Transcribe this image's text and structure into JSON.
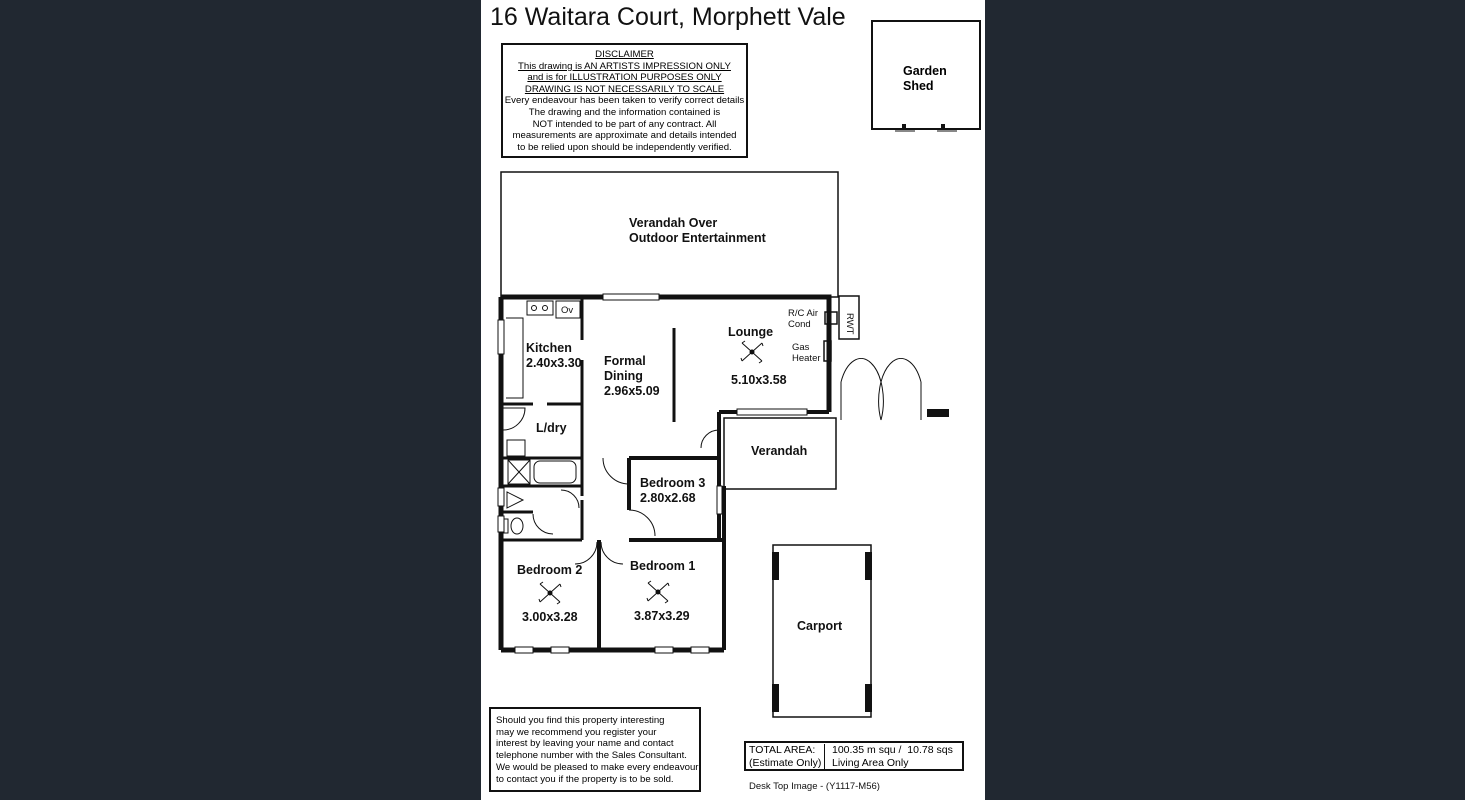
{
  "title": "16 Waitara Court, Morphett Vale",
  "disclaimer": {
    "heading": "DISCLAIMER",
    "lines_underlined": [
      "This drawing is AN ARTISTS IMPRESSION ONLY",
      "and is for ILLUSTRATION PURPOSES ONLY",
      "DRAWING IS NOT NECESSARILY TO SCALE"
    ],
    "lines": [
      "Every endeavour has been taken to verify correct details",
      "The drawing and the information contained is",
      "NOT intended to be part of any contract. All",
      "measurements are approximate and details intended",
      "to be relied upon should be independently verified."
    ]
  },
  "garden_shed": "Garden\nShed",
  "verandah_over": "Verandah Over\nOutdoor Entertainment",
  "rooms": {
    "kitchen": "Kitchen\n2.40x3.30",
    "oven": "Ov",
    "formal_dining": "Formal\nDining\n2.96x5.09",
    "lounge": "Lounge",
    "lounge_size": "5.10x3.58",
    "rc_air": "R/C Air\nCond",
    "gas_heater": "Gas\nHeater",
    "rwt": "RWT",
    "ldry": "L/dry",
    "verandah": "Verandah",
    "bedroom3": "Bedroom 3\n2.80x2.68",
    "bedroom2": "Bedroom 2",
    "bedroom2_size": "3.00x3.28",
    "bedroom1": "Bedroom 1",
    "bedroom1_size": "3.87x3.29",
    "carport": "Carport"
  },
  "note_lines": [
    "Should you find this property interesting",
    "may we recommend you register your",
    "interest by leaving your name and contact",
    "telephone number with the Sales Consultant.",
    "We would be pleased to make every endeavour",
    "to contact you if the property is to be sold."
  ],
  "total_area": {
    "label": "TOTAL AREA:\n(Estimate Only)",
    "value": "100.35 m squ /  10.78 sqs\nLiving Area Only"
  },
  "footer": "Desk Top Image - (Y1117-M56)",
  "colors": {
    "background": "#212831",
    "sheet": "#ffffff",
    "ink": "#111111"
  }
}
